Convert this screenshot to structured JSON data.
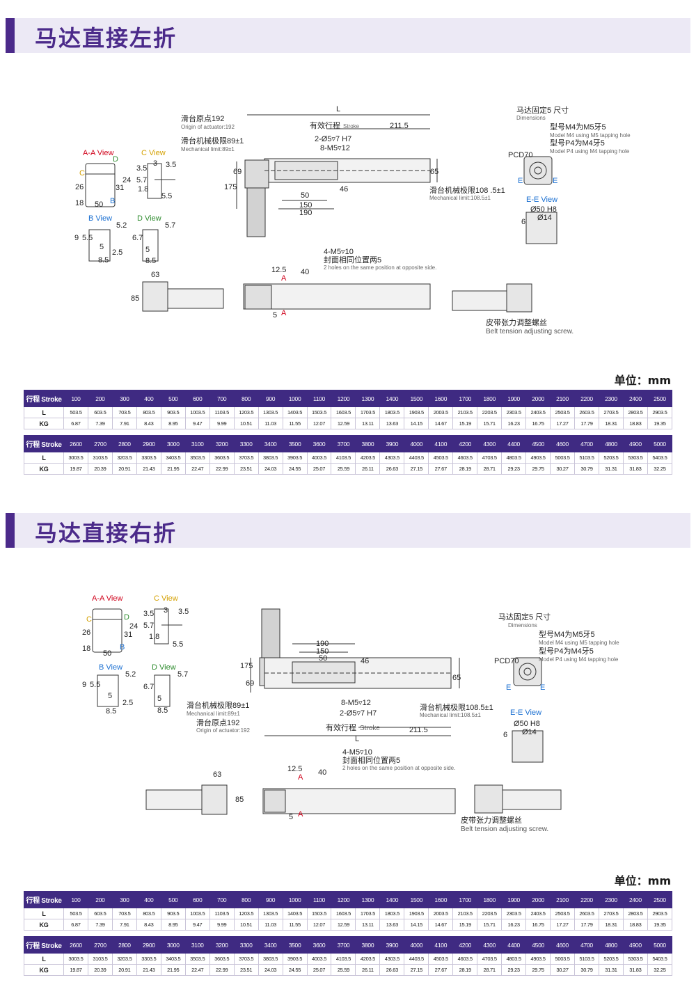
{
  "sections": [
    {
      "title": "马达直接左折",
      "unit": "单位：mm",
      "drawing": {
        "aa_view": "A-A View",
        "c_view": "C View",
        "b_view": "B View",
        "d_view": "D View",
        "ee_view": "E-E View",
        "L": "L",
        "stroke_cn": "有效行程",
        "stroke_en": "Stroke",
        "d211": "211.5",
        "origin_cn": "滑台原点192",
        "origin_en": "Origin of actuator:192",
        "mech_cn": "滑台机械极限89±1",
        "mech_en": "Mechanical limit:89±1",
        "mech2_cn": "滑台机械极限108 .5±1",
        "mech2_en": "Mechanical limit:108.5±1",
        "hole1": "2-Ø5▿7 H7",
        "hole2": "8-M5▿12",
        "d69": "69",
        "d175": "175",
        "d65": "65",
        "d46": "46",
        "d50": "50",
        "d150": "150",
        "d190": "190",
        "motor_cn": "马达固定5 尺寸",
        "motor_en": "Dimensions",
        "m4_cn": "型号M4为M5牙5",
        "m4_en": "Model M4 using M5 tapping hole",
        "p4_cn": "型号P4为M4牙5",
        "p4_en": "Model P4 using M4 tapping hole",
        "pcd": "PCD70",
        "e": "E",
        "phi50": "Ø50 H8",
        "phi14": "Ø14",
        "d6": "6",
        "holes4_a": "4-M5▿10",
        "holes4_cn": "封面相同位置两5",
        "holes4_en": "2 holes on the same position at opposite side.",
        "d12_5": "12.5",
        "d40": "40",
        "d5": "5",
        "a": "A",
        "d63": "63",
        "d85": "85",
        "belt_cn": "皮带张力调整螺丝",
        "belt_en": "Belt tension adjusting screw.",
        "side_d26": "26",
        "side_d18": "18",
        "side_d50": "50",
        "side_d31": "31",
        "side_d24": "24",
        "c_d35a": "3.5",
        "c_d3": "3",
        "c_d35b": "3.5",
        "c_d57": "5.7",
        "c_d18": "1.8",
        "c_d55": "5.5",
        "b_d52": "5.2",
        "b_d9": "9",
        "b_d55": "5.5",
        "b_d5": "5",
        "b_d25": "2.5",
        "b_d85": "8.5",
        "d_d57": "5.7",
        "d_d67": "6.7",
        "d_d5": "5",
        "d_d85": "8.5",
        "lbl_c": "C",
        "lbl_d": "D",
        "lbl_b": "B"
      }
    },
    {
      "title": "马达直接右折",
      "unit": "单位：mm",
      "drawing": {
        "aa_view": "A-A View",
        "c_view": "C View",
        "b_view": "B View",
        "d_view": "D View",
        "ee_view": "E-E View",
        "L": "L",
        "stroke_cn": "有效行程",
        "stroke_en": "Stroke",
        "d211": "211.5",
        "origin_cn": "滑台原点192",
        "origin_en": "Origin of actuator:192",
        "mech_cn": "滑台机械极限89±1",
        "mech_en": "Mechanical limit:89±1",
        "mech2_cn": "滑台机械极限108.5±1",
        "mech2_en": "Mechanical limit:108.5±1",
        "hole1": "2-Ø5▿7 H7",
        "hole2": "8-M5▿12",
        "d69": "69",
        "d175": "175",
        "d65": "65",
        "d46": "46",
        "d50": "50",
        "d150": "150",
        "d190": "190",
        "motor_cn": "马达固定5 尺寸",
        "motor_en": "Dimensions",
        "m4_cn": "型号M4为M5牙5",
        "m4_en": "Model M4 using M5 tapping hole",
        "p4_cn": "型号P4为M4牙5",
        "p4_en": "Model P4 using M4 tapping hole",
        "pcd": "PCD70",
        "e": "E",
        "phi50": "Ø50 H8",
        "phi14": "Ø14",
        "d6": "6",
        "holes4_a": "4-M5▿10",
        "holes4_cn": "封面相同位置两5",
        "holes4_en": "2 holes on the same position at opposite side.",
        "d12_5": "12.5",
        "d40": "40",
        "d5": "5",
        "a": "A",
        "d63": "63",
        "d85": "85",
        "belt_cn": "皮带张力调整螺丝",
        "belt_en": "Belt tension adjusting screw.",
        "side_d26": "26",
        "side_d18": "18",
        "side_d50": "50",
        "side_d31": "31",
        "side_d24": "24",
        "c_d35a": "3.5",
        "c_d3": "3",
        "c_d35b": "3.5",
        "c_d57": "5.7",
        "c_d18": "1.8",
        "c_d55": "5.5",
        "b_d52": "5.2",
        "b_d9": "9",
        "b_d55": "5.5",
        "b_d5": "5",
        "b_d25": "2.5",
        "b_d85": "8.5",
        "d_d57": "5.7",
        "d_d67": "6.7",
        "d_d5": "5",
        "d_d85": "8.5",
        "lbl_c": "C",
        "lbl_d": "D",
        "lbl_b": "B"
      }
    }
  ],
  "table": {
    "stroke_label": "行程 Stroke",
    "l_label": "L",
    "kg_label": "KG",
    "block1": {
      "stroke": [
        "100",
        "200",
        "300",
        "400",
        "500",
        "600",
        "700",
        "800",
        "900",
        "1000",
        "1100",
        "1200",
        "1300",
        "1400",
        "1500",
        "1600",
        "1700",
        "1800",
        "1900",
        "2000",
        "2100",
        "2200",
        "2300",
        "2400",
        "2500"
      ],
      "L": [
        "503.5",
        "603.5",
        "703.5",
        "803.5",
        "903.5",
        "1003.5",
        "1103.5",
        "1203.5",
        "1303.5",
        "1403.5",
        "1503.5",
        "1603.5",
        "1703.5",
        "1803.5",
        "1903.5",
        "2003.5",
        "2103.5",
        "2203.5",
        "2303.5",
        "2403.5",
        "2503.5",
        "2603.5",
        "2703.5",
        "2803.5",
        "2903.5"
      ],
      "KG": [
        "6.87",
        "7.39",
        "7.91",
        "8.43",
        "8.95",
        "9.47",
        "9.99",
        "10.51",
        "11.03",
        "11.55",
        "12.07",
        "12.59",
        "13.11",
        "13.63",
        "14.15",
        "14.67",
        "15.19",
        "15.71",
        "16.23",
        "16.75",
        "17.27",
        "17.79",
        "18.31",
        "18.83",
        "19.35"
      ]
    },
    "block2": {
      "stroke": [
        "2600",
        "2700",
        "2800",
        "2900",
        "3000",
        "3100",
        "3200",
        "3300",
        "3400",
        "3500",
        "3600",
        "3700",
        "3800",
        "3900",
        "4000",
        "4100",
        "4200",
        "4300",
        "4400",
        "4500",
        "4600",
        "4700",
        "4800",
        "4900",
        "5000"
      ],
      "L": [
        "3003.5",
        "3103.5",
        "3203.5",
        "3303.5",
        "3403.5",
        "3503.5",
        "3603.5",
        "3703.5",
        "3803.5",
        "3903.5",
        "4003.5",
        "4103.5",
        "4203.5",
        "4303.5",
        "4403.5",
        "4503.5",
        "4603.5",
        "4703.5",
        "4803.5",
        "4903.5",
        "5003.5",
        "5103.5",
        "5203.5",
        "5303.5",
        "5403.5"
      ],
      "KG": [
        "19.87",
        "20.39",
        "20.91",
        "21.43",
        "21.95",
        "22.47",
        "22.99",
        "23.51",
        "24.03",
        "24.55",
        "25.07",
        "25.59",
        "26.11",
        "26.63",
        "27.15",
        "27.67",
        "28.19",
        "28.71",
        "29.23",
        "29.75",
        "30.27",
        "30.79",
        "31.31",
        "31.83",
        "32.25"
      ]
    }
  },
  "colors": {
    "accent": "#4b2a8a",
    "table_head": "#3f2a82",
    "header_bg": "#ece9f5"
  }
}
